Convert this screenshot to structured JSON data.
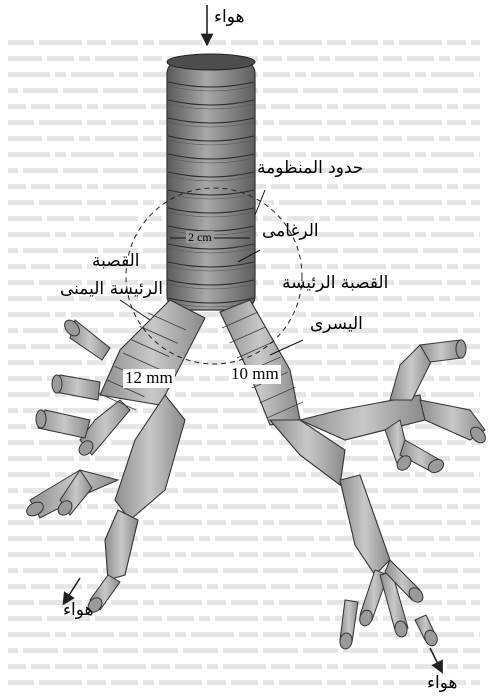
{
  "labels": {
    "air_top": "هواء",
    "air_left": "هواء",
    "air_right": "هواء",
    "system_boundary": "حدود المنظومة",
    "trachea": "الرغامى",
    "right_bronchus_line1": "القصبة",
    "right_bronchus_line2": "الرئيسة اليمنى",
    "left_bronchus_line1": "القصبة الرئيسة",
    "left_bronchus_line2": "اليسرى"
  },
  "measurements": {
    "trachea_diameter": "2 cm",
    "right_bronchus_diameter": "12 mm",
    "left_bronchus_diameter": "10 mm"
  },
  "colors": {
    "tissue_dark": "#6e6e6e",
    "tissue_mid": "#9a9a9a",
    "tissue_light": "#c9c9c9",
    "ring_line": "#3a3a3a"
  }
}
